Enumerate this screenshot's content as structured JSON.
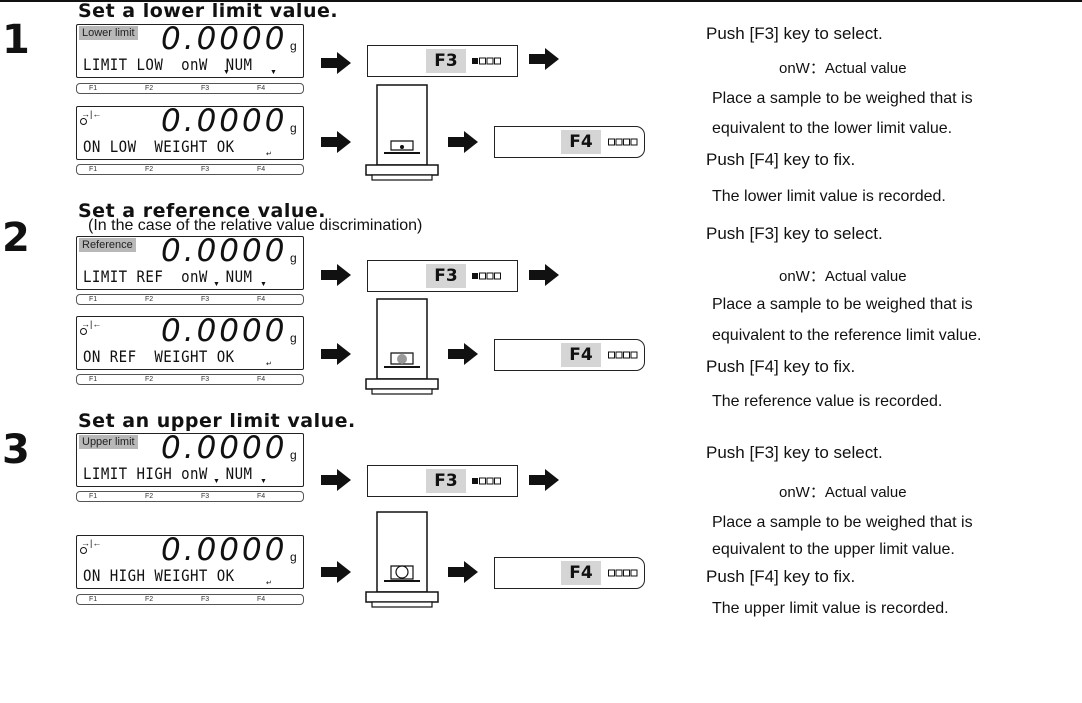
{
  "steps": [
    {
      "number": "1",
      "title": "Set a lower limit value.",
      "subtitle": "",
      "display1": {
        "tag": "Lower limit",
        "value": "0.0000",
        "unit": "g",
        "message": "LIMIT LOW  onW  NUM"
      },
      "display2": {
        "value": "0.0000",
        "unit": "g",
        "message": "ON LOW  WEIGHT OK"
      },
      "select_key": "F3",
      "fix_key": "F4",
      "instructions": {
        "select": "Push [F3] key to select.",
        "onw": "onW：Actual value",
        "place1": "Place a sample to be weighed that is",
        "place2": "equivalent to the lower limit value.",
        "fix": "Push [F4] key to fix.",
        "recorded": "The lower limit value is recorded."
      }
    },
    {
      "number": "2",
      "title": "Set a reference value.",
      "subtitle": "(In the case of the relative value discrimination)",
      "display1": {
        "tag": "Reference",
        "value": "0.0000",
        "unit": "g",
        "message": "LIMIT REF  onW  NUM"
      },
      "display2": {
        "value": "0.0000",
        "unit": "g",
        "message": "ON REF  WEIGHT OK"
      },
      "select_key": "F3",
      "fix_key": "F4",
      "instructions": {
        "select": "Push [F3] key to select.",
        "onw": "onW：Actual value",
        "place1": "Place a sample to be weighed that is",
        "place2": "equivalent to the reference limit value.",
        "fix": "Push [F4] key to fix.",
        "recorded": "The reference value is recorded."
      }
    },
    {
      "number": "3",
      "title": "Set an upper limit value.",
      "subtitle": "",
      "display1": {
        "tag": "Upper limit",
        "value": "0.0000",
        "unit": "g",
        "message": "LIMIT HIGH onW  NUM"
      },
      "display2": {
        "value": "0.0000",
        "unit": "g",
        "message": "ON HIGH WEIGHT OK"
      },
      "select_key": "F3",
      "fix_key": "F4",
      "instructions": {
        "select": "Push [F3] key to select.",
        "onw": "onW：Actual value",
        "place1": "Place a sample to be weighed that is",
        "place2": "equivalent to the upper limit value.",
        "fix": "Push [F4] key to fix.",
        "recorded": "The upper limit value is recorded."
      }
    }
  ],
  "fkey_labels": [
    "F1",
    "F2",
    "F3",
    "F4"
  ],
  "colors": {
    "key_label_bg": "#d5d5d5",
    "tag_bg": "#b8b8b8",
    "line": "#111111"
  }
}
